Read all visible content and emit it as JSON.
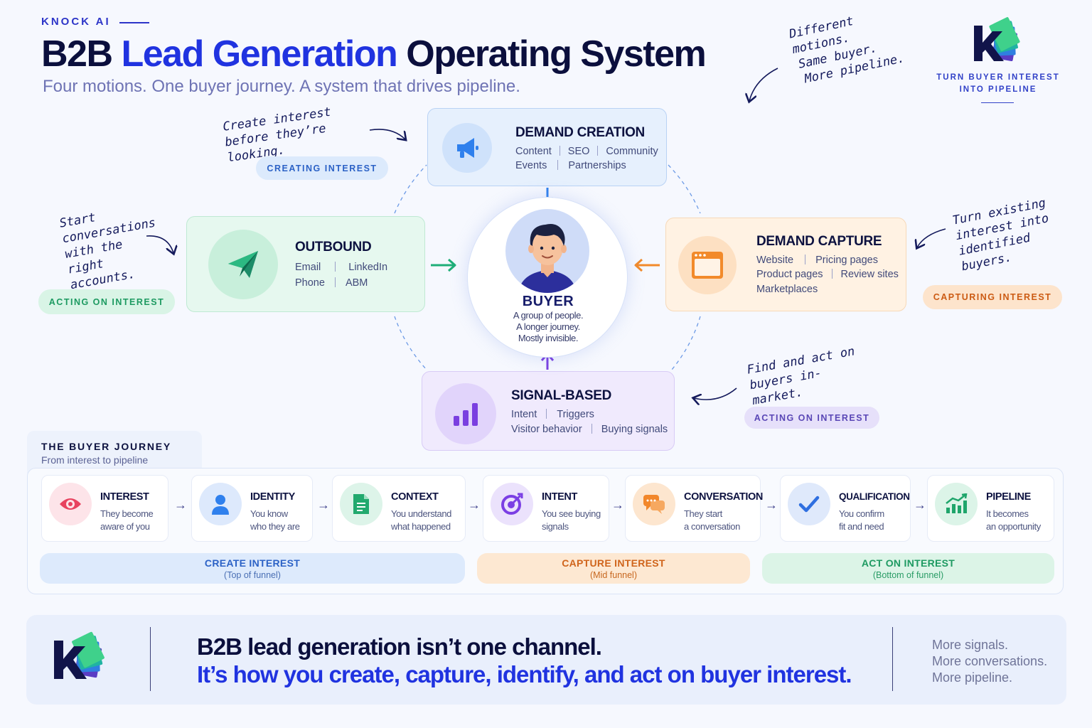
{
  "header": {
    "brand": "KNOCK AI",
    "title_part1": "B2B",
    "title_highlight": "Lead Generation",
    "title_part2": "Operating System",
    "subtitle": "Four motions. One buyer journey. A system that drives pipeline.",
    "note": [
      "Different motions.",
      "Same buyer.",
      "More pipeline."
    ],
    "tagline": [
      "TURN BUYER INTEREST",
      "INTO PIPELINE"
    ]
  },
  "colors": {
    "brand_blue": "#2033e0",
    "navy": "#0b0f3d",
    "demand_creation": "#3b8ef0",
    "outbound": "#1fae78",
    "demand_capture": "#f28a2a",
    "signal_based": "#7a3fe0"
  },
  "motions": {
    "demand_creation": {
      "icon": "megaphone-icon",
      "title": "DEMAND CREATION",
      "row1": [
        "Content",
        "SEO",
        "Community"
      ],
      "row2": [
        "Events",
        "Partnerships"
      ],
      "pill": "CREATING INTEREST",
      "note": [
        "Create interest",
        "before they’re looking."
      ]
    },
    "outbound": {
      "icon": "paper-plane-icon",
      "title": "OUTBOUND",
      "row1": [
        "Email",
        "LinkedIn"
      ],
      "row2": [
        "Phone",
        "ABM"
      ],
      "pill": "ACTING ON INTEREST",
      "note": [
        "Start",
        "conversations",
        "with the right",
        "accounts."
      ]
    },
    "demand_capture": {
      "icon": "browser-window-icon",
      "title": "DEMAND CAPTURE",
      "row1": [
        "Website",
        "Pricing pages"
      ],
      "row2": [
        "Product pages",
        "Review sites"
      ],
      "row3": [
        "Marketplaces"
      ],
      "pill": "CAPTURING INTEREST",
      "note": [
        "Turn existing",
        "interest into",
        "identified buyers."
      ]
    },
    "signal_based": {
      "icon": "bar-chart-icon",
      "title": "SIGNAL-BASED",
      "row1": [
        "Intent",
        "Triggers"
      ],
      "row2": [
        "Visitor behavior",
        "Buying signals"
      ],
      "pill": "ACTING ON INTEREST",
      "note": [
        "Find and act on",
        "buyers in-market."
      ]
    }
  },
  "buyer": {
    "title": "BUYER",
    "lines": [
      "A group of people.",
      "A longer journey.",
      "Mostly invisible."
    ]
  },
  "journey": {
    "title": "THE BUYER JOURNEY",
    "subtitle": "From interest to pipeline",
    "stages": [
      {
        "title": "INTEREST",
        "desc": [
          "They become",
          "aware of you"
        ],
        "icon": "eye-icon",
        "color": "#e8435f",
        "bg": "#fde4e9"
      },
      {
        "title": "IDENTITY",
        "desc": [
          "You know",
          "who they are"
        ],
        "icon": "person-icon",
        "color": "#2f80ed",
        "bg": "#dde9fc"
      },
      {
        "title": "CONTEXT",
        "desc": [
          "You understand",
          "what happened"
        ],
        "icon": "document-icon",
        "color": "#22a96e",
        "bg": "#ddf4e9"
      },
      {
        "title": "INTENT",
        "desc": [
          "You see buying",
          "signals"
        ],
        "icon": "target-icon",
        "color": "#7b3fe4",
        "bg": "#ebe2fc"
      },
      {
        "title": "CONVERSATION",
        "desc": [
          "They start",
          "a conversation"
        ],
        "icon": "chat-bubbles-icon",
        "color": "#f2872b",
        "bg": "#fde6cf"
      },
      {
        "title": "QUALIFICATION",
        "desc": [
          "You confirm",
          "fit and need"
        ],
        "icon": "checkmark-icon",
        "color": "#2f6fe0",
        "bg": "#dfe9fb"
      },
      {
        "title": "PIPELINE",
        "desc": [
          "It becomes",
          "an opportunity"
        ],
        "icon": "growth-chart-icon",
        "color": "#1fa56b",
        "bg": "#dcf4e8"
      }
    ],
    "bands": [
      {
        "title": "CREATE INTEREST",
        "sub": "(Top of funnel)"
      },
      {
        "title": "CAPTURE INTEREST",
        "sub": "(Mid funnel)"
      },
      {
        "title": "ACT ON INTEREST",
        "sub": "(Bottom of funnel)"
      }
    ]
  },
  "footer": {
    "line1": "B2B lead generation isn’t one channel.",
    "line2": "It’s how you create, capture, identify, and act on buyer interest.",
    "right": [
      "More signals.",
      "More conversations.",
      "More pipeline."
    ]
  }
}
